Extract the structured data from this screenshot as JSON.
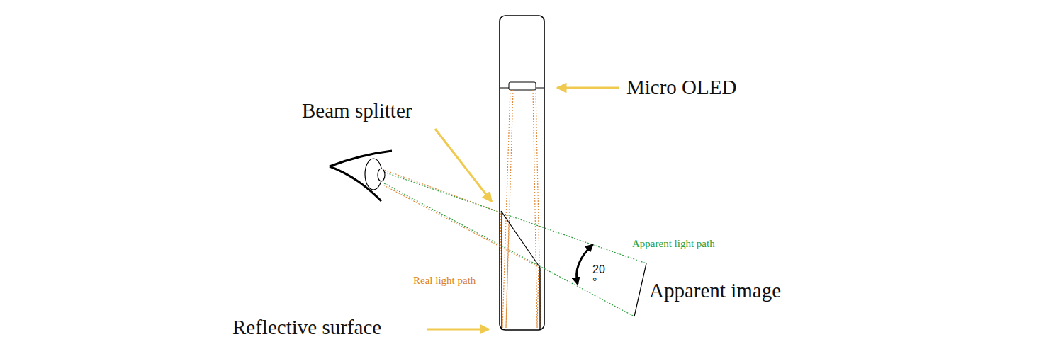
{
  "diagram": {
    "labels": [
      "Micro OLED",
      "Beam splitter",
      "Reflective surface",
      "Apparent light path",
      "Real light path",
      "Apparent image",
      "20 °"
    ]
  }
}
